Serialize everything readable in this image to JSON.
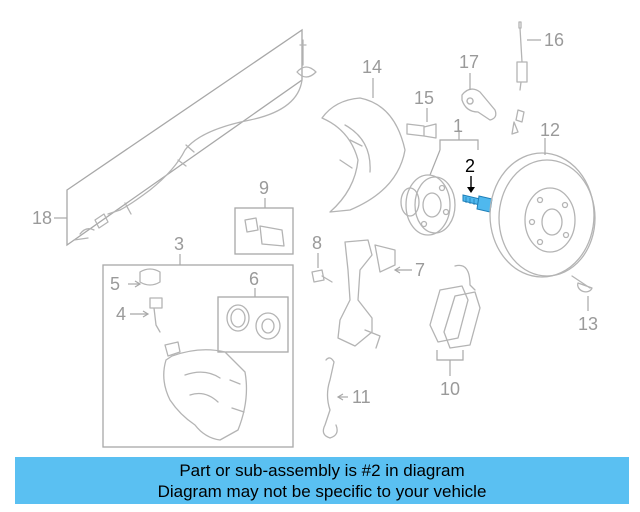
{
  "callouts": {
    "c1": "1",
    "c2": "2",
    "c3": "3",
    "c4": "4",
    "c5": "5",
    "c6": "6",
    "c7": "7",
    "c8": "8",
    "c9": "9",
    "c10": "10",
    "c11": "11",
    "c12": "12",
    "c13": "13",
    "c14": "14",
    "c15": "15",
    "c16": "16",
    "c17": "17",
    "c18": "18"
  },
  "highlight": {
    "callout": "2",
    "color": "#4fb8ee"
  },
  "banner": {
    "line1": "Part or sub-assembly is #2 in diagram",
    "line2": "Diagram may not be specific to your vehicle",
    "color": "#5ac0f2"
  }
}
